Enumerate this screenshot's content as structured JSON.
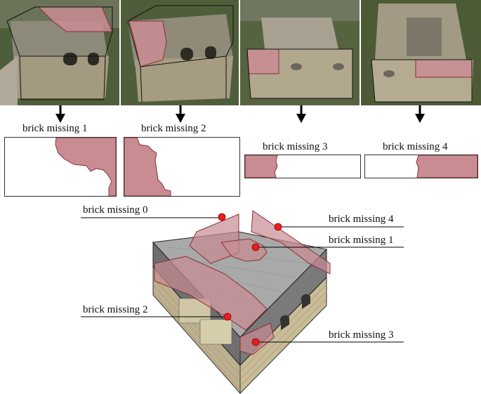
{
  "photos": [
    {
      "id": "photo-1"
    },
    {
      "id": "photo-2"
    },
    {
      "id": "photo-3"
    },
    {
      "id": "photo-4"
    }
  ],
  "projections": [
    {
      "label": "brick missing 1"
    },
    {
      "label": "brick missing 2"
    },
    {
      "label": "brick missing 3"
    },
    {
      "label": "brick missing 4"
    }
  ],
  "model_labels": {
    "m0": "brick missing 0",
    "m4": "brick missing 4",
    "m1": "brick missing 1",
    "m2": "brick missing 2",
    "m3": "brick missing 3"
  },
  "colors": {
    "missing_fill": "#c98c93",
    "missing_stroke": "#8a2f3a",
    "marker": "#e81e1e",
    "stone": "#b3a88e",
    "roof": "#9a9a9a",
    "sky_green": "#4b5c38"
  }
}
